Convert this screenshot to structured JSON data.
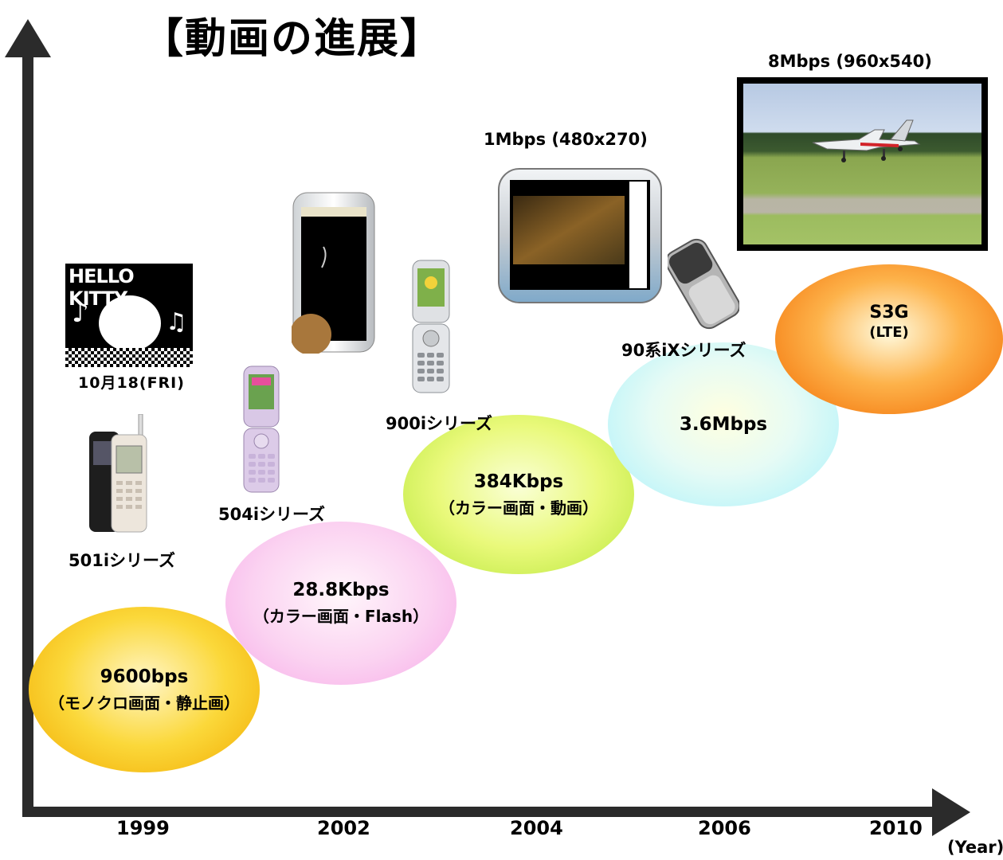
{
  "title": "【動画の進展】",
  "axis": {
    "years": [
      "1999",
      "2002",
      "2004",
      "2006",
      "2010"
    ],
    "unit": "(Year)"
  },
  "stages": [
    {
      "speed": "9600bps",
      "desc": "（モノクロ画面・静止画）",
      "color": "#fbd83a"
    },
    {
      "speed": "28.8Kbps",
      "desc": "（カラー画面・Flash）",
      "color": "#fbd2f1"
    },
    {
      "speed": "384Kbps",
      "desc": "（カラー画面・動画）",
      "color": "#e9f97a"
    },
    {
      "speed": "3.6Mbps",
      "desc": "",
      "color": "#a8f1fb"
    },
    {
      "speed": "S3G",
      "desc": "(LTE)",
      "color": "#f26a00"
    }
  ],
  "devices": {
    "d501": "501iシリーズ",
    "d504": "504iシリーズ",
    "d900": "900iシリーズ",
    "d90ix": "90系iXシリーズ"
  },
  "screens": {
    "kitty_text": "HELLO KITTY",
    "kitty_date": "10月18(FRI)",
    "video1": "1Mbps (480x270)",
    "video2": "8Mbps (960x540)"
  }
}
